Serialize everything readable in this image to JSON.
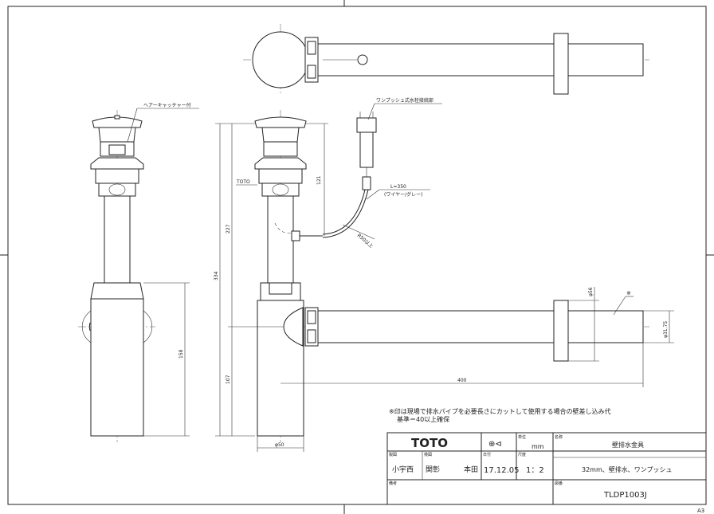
{
  "annotations": {
    "hair_catcher": "ヘアーキャッチャー付",
    "push_wire_connector": "ワンプッシュ式水栓接続部",
    "brand_mark": "TOTO",
    "wire_length": "L=350",
    "wire_spec": "(ワイヤー/グレー)",
    "bend_radius": "R50以上",
    "pipe_mark": "※",
    "note_line1": "※印は現場で排水パイプを必要長さにカットして使用する場合の壁差し込み代",
    "note_line2": "基準＝40以上確保"
  },
  "dimensions": {
    "d121": "121",
    "d227": "227",
    "d334": "334",
    "d107": "107",
    "d158": "158",
    "d400": "400",
    "d50": "φ50",
    "d56": "φ56",
    "d31_75": "φ31.75"
  },
  "title_block": {
    "logo": "TOTO",
    "projection_symbol": "⊕⊲",
    "unit_label": "単位",
    "unit_value": "mm",
    "name_label": "名称",
    "name_value": "壁排水金具",
    "drawn_label": "製図",
    "drawn_value": "小宇西",
    "check_label": "検図",
    "check_value": "関彰",
    "approve_value": "本田",
    "date_label": "日付",
    "date_value": "17.12.05",
    "scale_label": "尺度",
    "scale_value": "1：2",
    "description": "32mm、壁排水、ワンプッシュ",
    "remarks_label": "備考",
    "drawing_no_label": "図番",
    "drawing_no_value": "TLDP1003J"
  },
  "sheet_size": "A3"
}
